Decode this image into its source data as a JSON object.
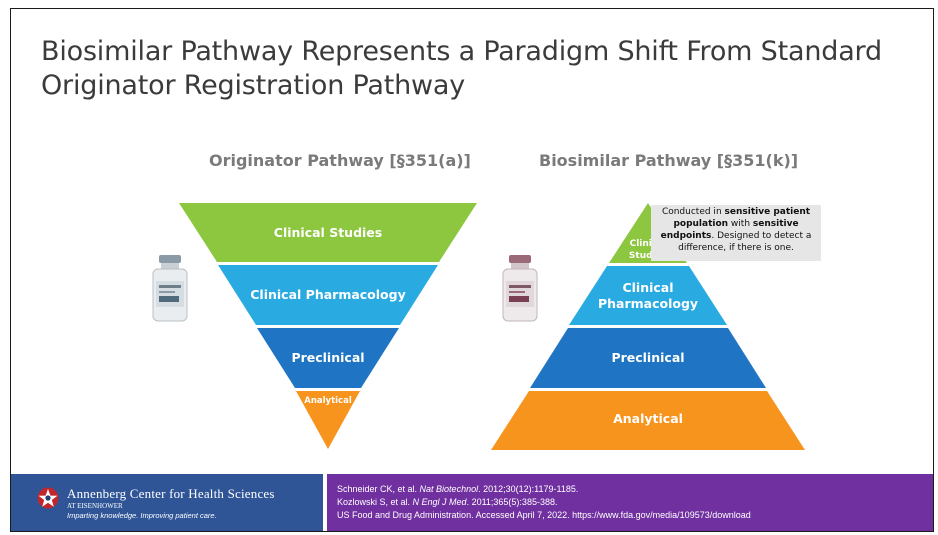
{
  "slide": {
    "title": "Biosimilar Pathway Represents a Paradigm Shift From Standard Originator Registration Pathway"
  },
  "originator": {
    "heading": "Originator Pathway [§351(a)]",
    "levels": [
      "Clinical Studies",
      "Clinical Pharmacology",
      "Preclinical",
      "Analytical"
    ]
  },
  "biosimilar": {
    "heading": "Biosimilar Pathway [§351(k)]",
    "levels": [
      {
        "line1": "Clinical",
        "line2": "Studies"
      },
      {
        "line1": "Clinical",
        "line2": "Pharmacology"
      },
      {
        "line1": "Preclinical",
        "line2": ""
      },
      {
        "line1": "Analytical",
        "line2": ""
      }
    ],
    "callout": {
      "part1": "Conducted in ",
      "bold1": "sensitive patient population",
      "part2": " with ",
      "bold2": "sensitive endpoints",
      "part3": ". Designed to detect a difference, if there is one."
    }
  },
  "footer": {
    "org_name": "Annenberg Center for Health Sciences",
    "org_sub": "AT EISENHOWER",
    "org_tagline": "Imparting knowledge. Improving patient care.",
    "refs": [
      {
        "pre": "Schneider CK, et al. ",
        "journal": "Nat Biotechnol",
        "post": ". 2012;30(12):1179-1185."
      },
      {
        "pre": "Kozlowski S, et al. ",
        "journal": "N Engl J Med",
        "post": ". 2011;365(5):385-388."
      },
      {
        "pre": "US Food and Drug Administration. Accessed April 7, 2022. https://www.fda.gov/media/109573/download",
        "journal": "",
        "post": ""
      }
    ]
  },
  "colors": {
    "green": "#8dc63f",
    "light_blue": "#29abe2",
    "dark_blue": "#1f75c4",
    "orange": "#f7941d",
    "footer_blue": "#2f5597",
    "footer_purple": "#7030a0",
    "vial_cap_left": "#8a9aa6",
    "vial_cap_right": "#9a6a78"
  },
  "icons": [
    "vial-icon-originator",
    "vial-icon-biosimilar",
    "star-logo-icon"
  ]
}
